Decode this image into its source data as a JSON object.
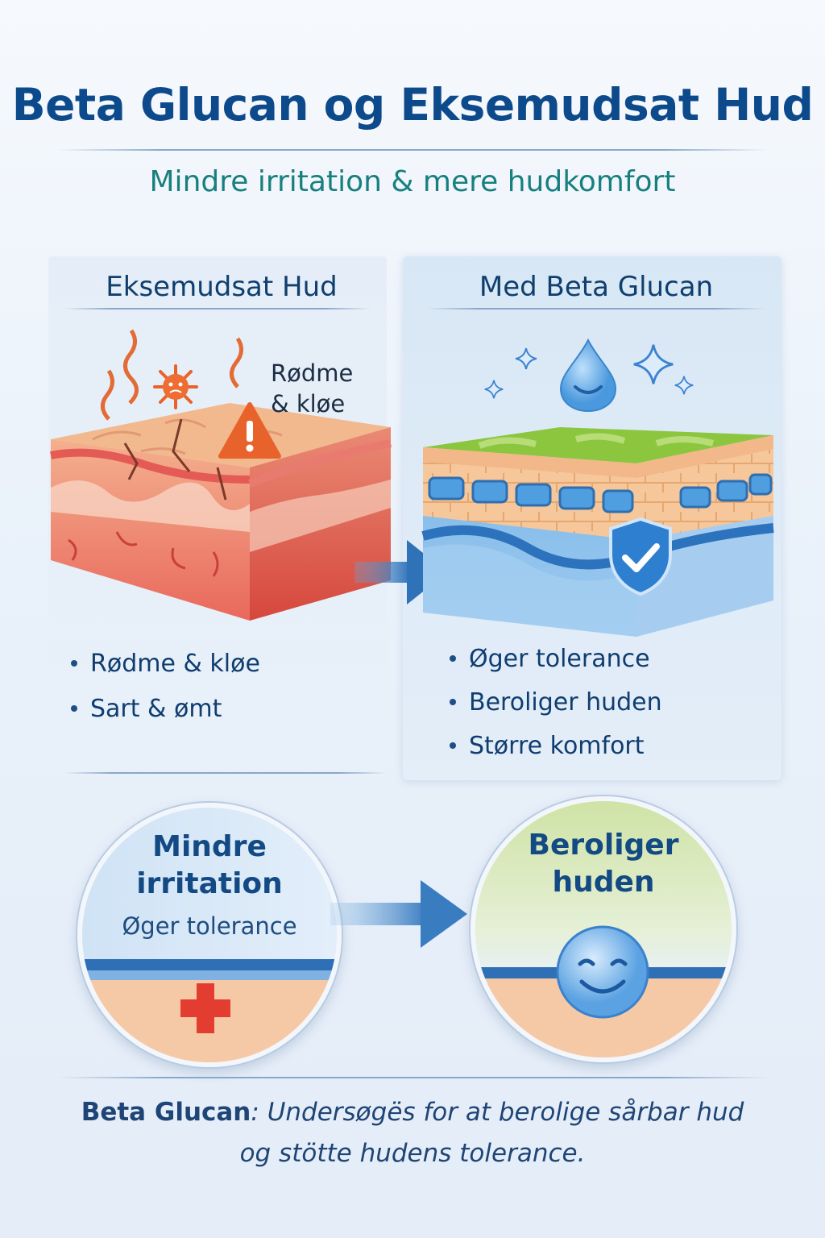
{
  "title": {
    "main": "Beta Glucan og Eksemudsat Hud"
  },
  "subtitle": "Mindre irritation & mere hudkomfort",
  "left_panel": {
    "heading": "Eksemudsat Hud",
    "callout_line1": "Rødme",
    "callout_line2": "& kløe",
    "bullets": [
      "Rødme & kløe",
      "Sart & ømt"
    ]
  },
  "right_panel": {
    "heading": "Med Beta Glucan",
    "bullets": [
      "Øger tolerance",
      "Beroliger huden",
      "Større komfort"
    ]
  },
  "circles": {
    "left": {
      "line1": "Mindre",
      "line2": "irritation",
      "line3": "Øger tolerance"
    },
    "right": {
      "line1": "Beroliger",
      "line2": "huden"
    }
  },
  "footer": {
    "label": "Beta Glucan",
    "text1": ": Undersøgës for at berolige sårbar hud",
    "text2": "og stötte hudens tolerance."
  },
  "colors": {
    "title": "#0d4a8c",
    "subtitle": "#17807e",
    "inflamed": "#e8584f",
    "healthy_top": "#8cc63f",
    "water": "#4f9ee0",
    "warning": "#e8632b"
  },
  "icons": [
    "warning-icon",
    "bacteria-icon",
    "water-drop-icon",
    "sparkle-icon",
    "shield-check-icon",
    "arrow-right-icon",
    "medical-cross-icon",
    "smiley-icon"
  ]
}
